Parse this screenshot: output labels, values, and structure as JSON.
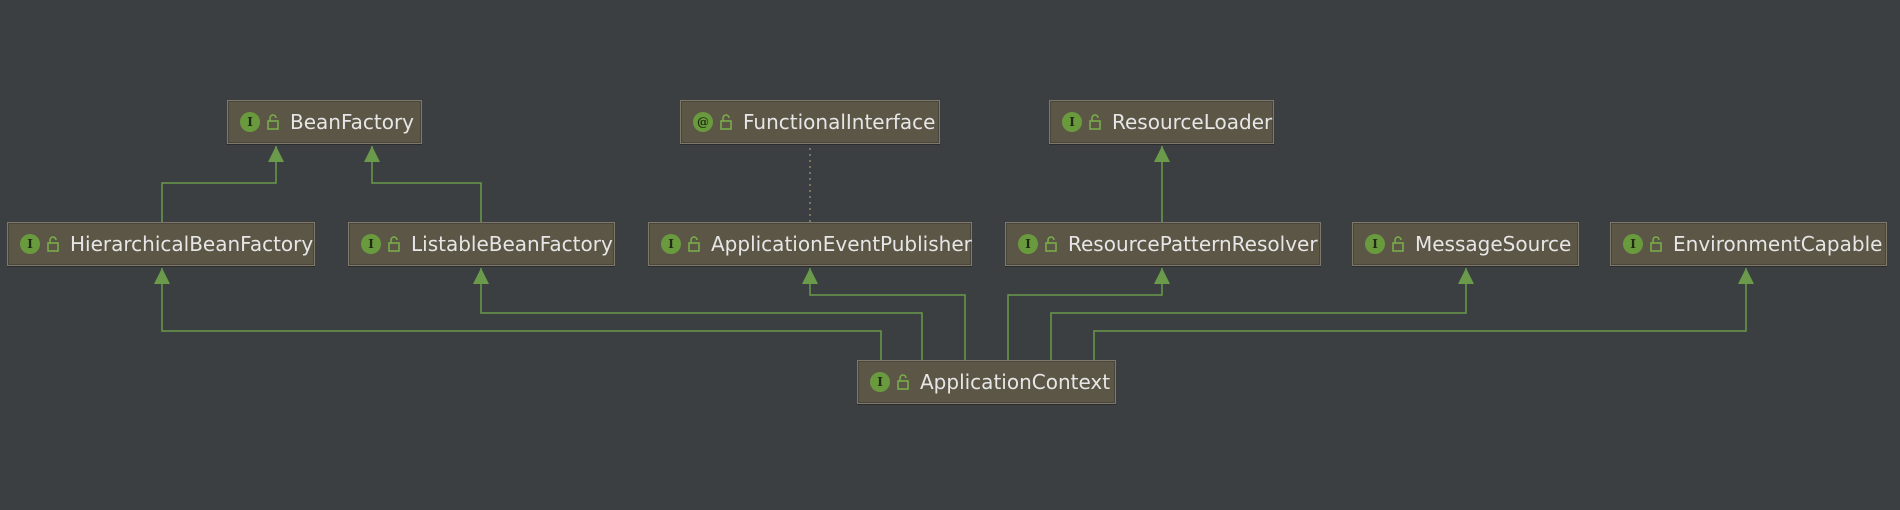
{
  "nodes": {
    "bean_factory": {
      "name": "BeanFactory",
      "badge": "I"
    },
    "functional_interface": {
      "name": "FunctionalInterface",
      "badge": "@"
    },
    "resource_loader": {
      "name": "ResourceLoader",
      "badge": "I"
    },
    "hierarchical_bean_factory": {
      "name": "HierarchicalBeanFactory",
      "badge": "I"
    },
    "listable_bean_factory": {
      "name": "ListableBeanFactory",
      "badge": "I"
    },
    "application_event_publisher": {
      "name": "ApplicationEventPublisher",
      "badge": "I"
    },
    "resource_pattern_resolver": {
      "name": "ResourcePatternResolver",
      "badge": "I"
    },
    "message_source": {
      "name": "MessageSource",
      "badge": "I"
    },
    "environment_capable": {
      "name": "EnvironmentCapable",
      "badge": "I"
    },
    "application_context": {
      "name": "ApplicationContext",
      "badge": "I"
    }
  },
  "colors": {
    "background": "#3b3f42",
    "node_fill": "#5c5647",
    "node_border": "#7d7869",
    "edge": "#6a9a4a",
    "badge": "#6a9a3e",
    "dotted_edge": "#8a8a6a"
  },
  "edges": [
    {
      "from": "hierarchical_bean_factory",
      "to": "bean_factory",
      "style": "solid"
    },
    {
      "from": "listable_bean_factory",
      "to": "bean_factory",
      "style": "solid"
    },
    {
      "from": "resource_pattern_resolver",
      "to": "resource_loader",
      "style": "solid"
    },
    {
      "from": "application_event_publisher",
      "to": "functional_interface",
      "style": "dotted"
    },
    {
      "from": "application_context",
      "to": "hierarchical_bean_factory",
      "style": "solid"
    },
    {
      "from": "application_context",
      "to": "listable_bean_factory",
      "style": "solid"
    },
    {
      "from": "application_context",
      "to": "application_event_publisher",
      "style": "solid"
    },
    {
      "from": "application_context",
      "to": "resource_pattern_resolver",
      "style": "solid"
    },
    {
      "from": "application_context",
      "to": "message_source",
      "style": "solid"
    },
    {
      "from": "application_context",
      "to": "environment_capable",
      "style": "solid"
    }
  ]
}
